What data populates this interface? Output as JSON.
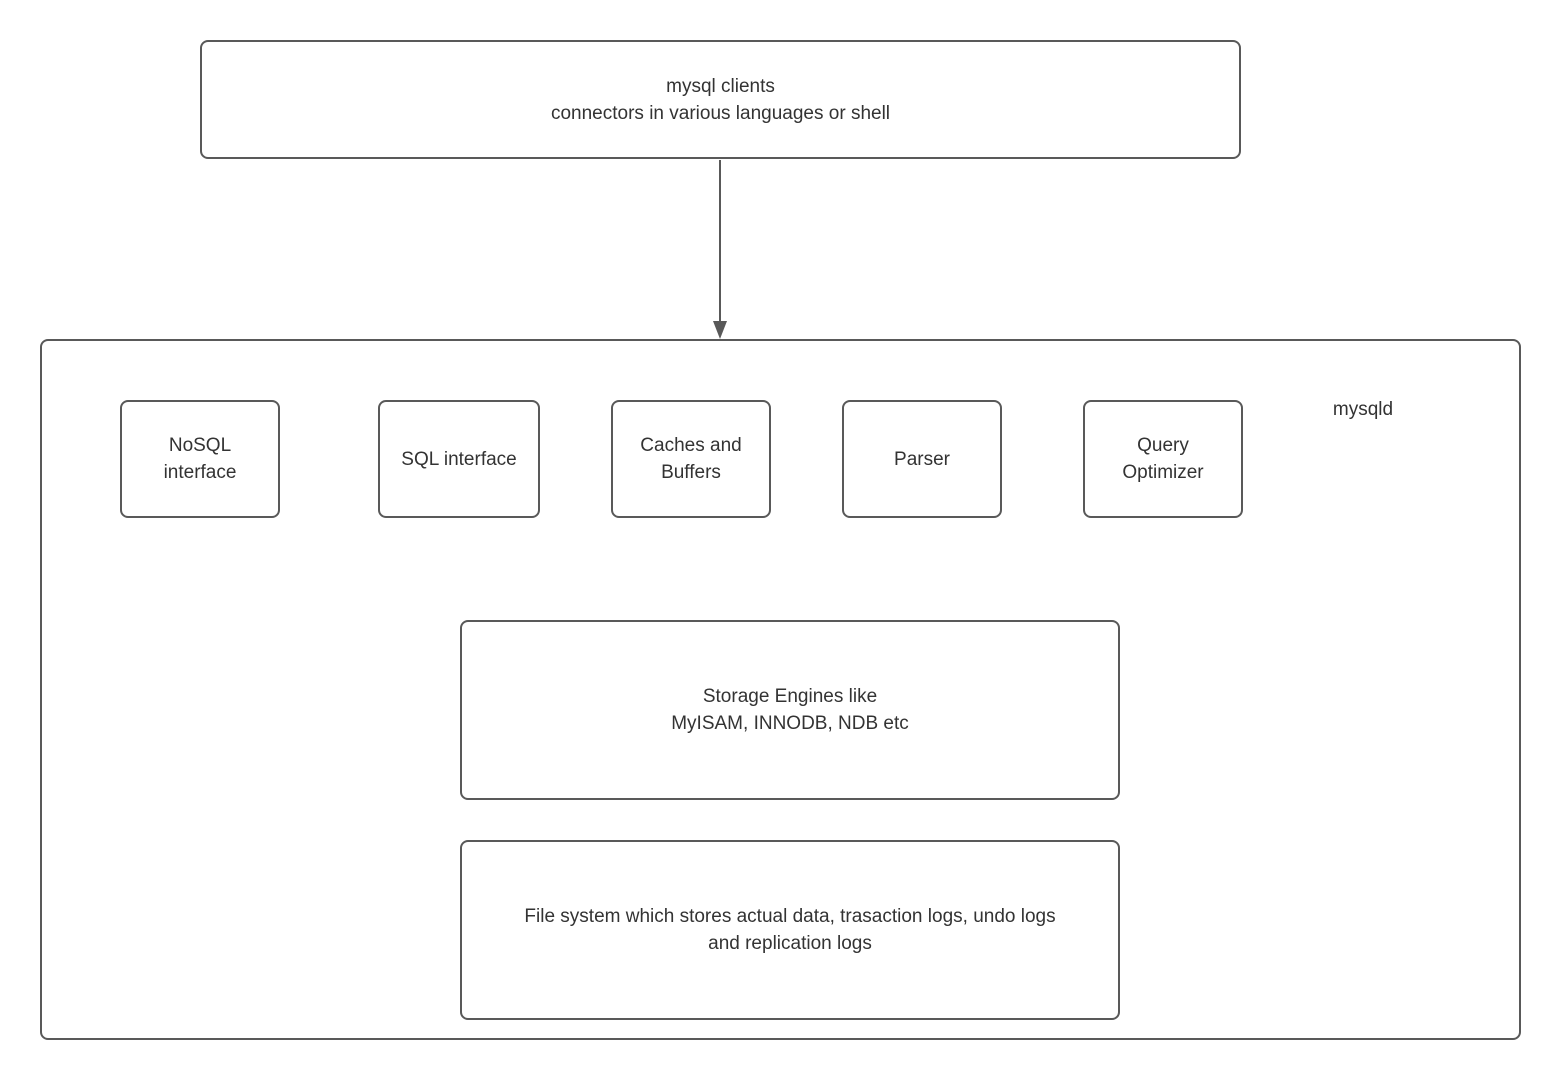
{
  "colors": {
    "border": "#595959",
    "text": "#333333",
    "background": "#ffffff"
  },
  "diagram": {
    "clients_box": {
      "lines": [
        "mysql clients",
        "connectors in various languages or shell"
      ]
    },
    "mysqld_container": {
      "label": "mysqld",
      "interface_nodes": [
        {
          "name": "nosql-interface",
          "lines": [
            "NoSQL",
            "interface"
          ]
        },
        {
          "name": "sql-interface",
          "lines": [
            "SQL interface"
          ]
        },
        {
          "name": "caches-buffers",
          "lines": [
            "Caches and",
            "Buffers"
          ]
        },
        {
          "name": "parser",
          "lines": [
            "Parser"
          ]
        },
        {
          "name": "query-optimizer",
          "lines": [
            "Query",
            "Optimizer"
          ]
        }
      ],
      "storage_box": {
        "lines": [
          "Storage Engines like",
          "MyISAM, INNODB, NDB etc"
        ]
      },
      "filesystem_box": {
        "lines": [
          "File system which stores actual data, trasaction logs, undo logs",
          "and replication logs"
        ]
      }
    }
  }
}
